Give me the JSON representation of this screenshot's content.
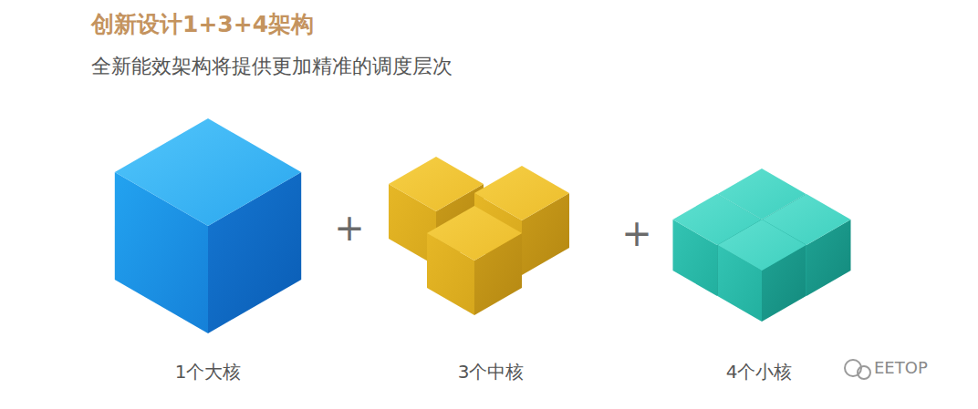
{
  "diagram": {
    "title": "创新设计1+3+4架构",
    "labels": [
      "全新能效架构将提供更加精准的调度层次",
      "+",
      "+",
      "1个大核",
      "3个中核",
      "4个小核",
      "EETOP"
    ]
  }
}
